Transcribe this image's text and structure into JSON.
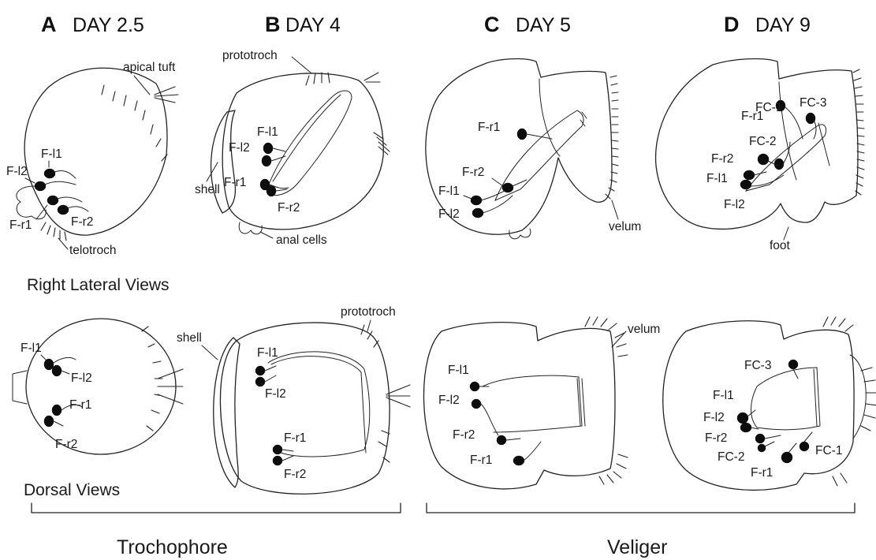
{
  "panels": [
    {
      "letter": "A",
      "day": "DAY 2.5"
    },
    {
      "letter": "B",
      "day": "DAY 4"
    },
    {
      "letter": "C",
      "day": "DAY 5"
    },
    {
      "letter": "D",
      "day": "DAY 9"
    }
  ],
  "view_labels": {
    "right_lateral": "Right Lateral Views",
    "dorsal": "Dorsal Views"
  },
  "stages": {
    "trochophore": "Trochophore",
    "veliger": "Veliger"
  },
  "structures": {
    "apical_tuft": "apical tuft",
    "prototroch": "prototroch",
    "telotroch": "telotroch",
    "shell": "shell",
    "anal_cells": "anal cells",
    "velum": "velum",
    "foot": "foot"
  },
  "cells": {
    "l1": "F-l1",
    "l2": "F-l2",
    "r1": "F-r1",
    "r2": "F-r2",
    "fc1": "FC-1",
    "fc2": "FC-2",
    "fc3": "FC-3"
  }
}
